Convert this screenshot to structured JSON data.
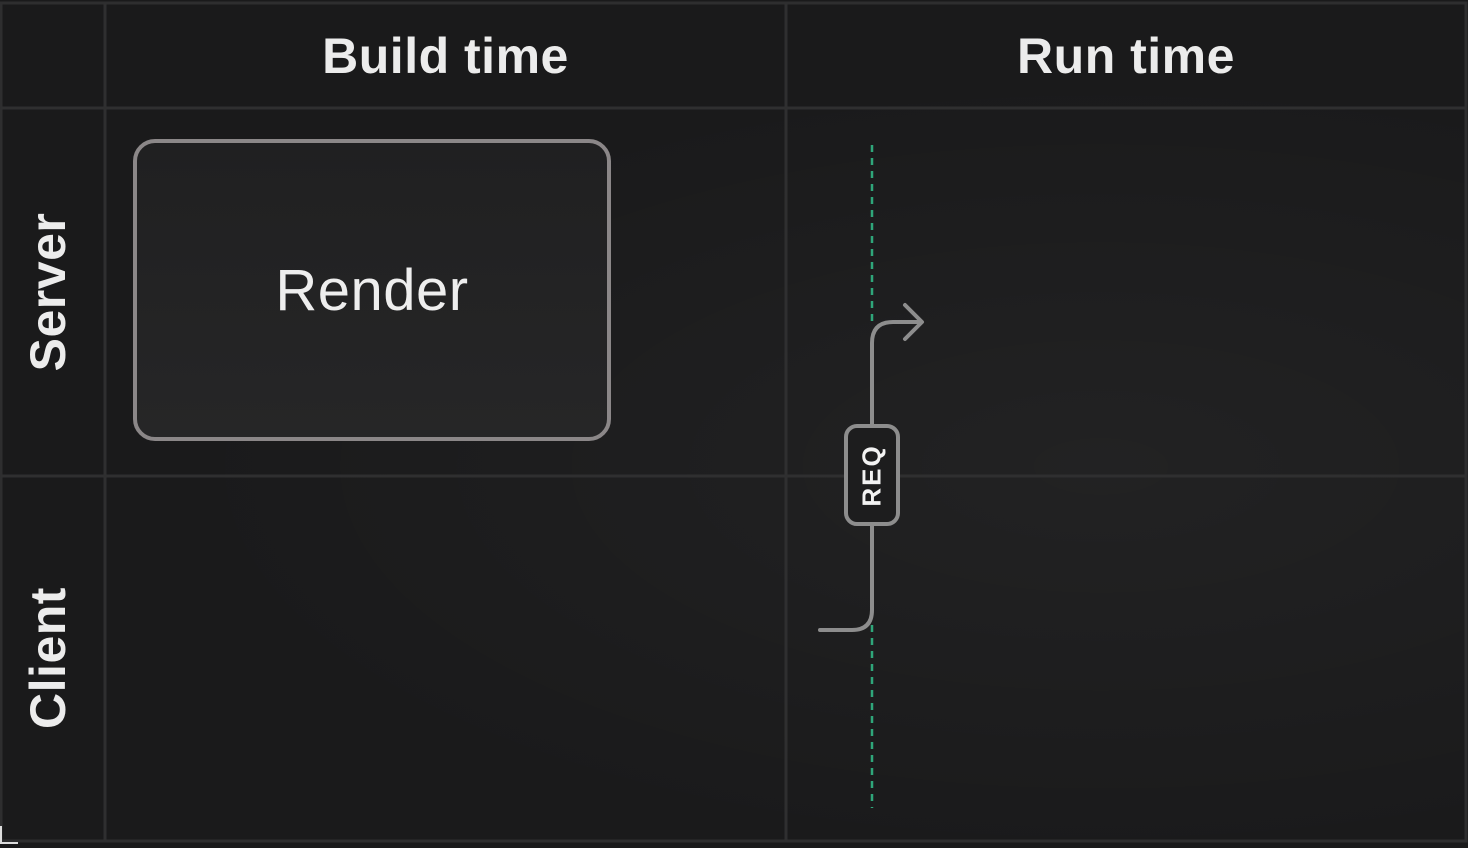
{
  "diagram": {
    "columns": [
      "Build time",
      "Run time"
    ],
    "rows": [
      "Server",
      "Client"
    ],
    "render_box": {
      "label": "Render"
    },
    "request": {
      "label": "REQ"
    },
    "colors": {
      "background": "#1a1a1b",
      "grid_line": "#2e2e2f",
      "box_border": "#8b8788",
      "arrow": "#8d8d8d",
      "timeline_dashed": "#2fa67a",
      "text": "#ececec"
    }
  }
}
